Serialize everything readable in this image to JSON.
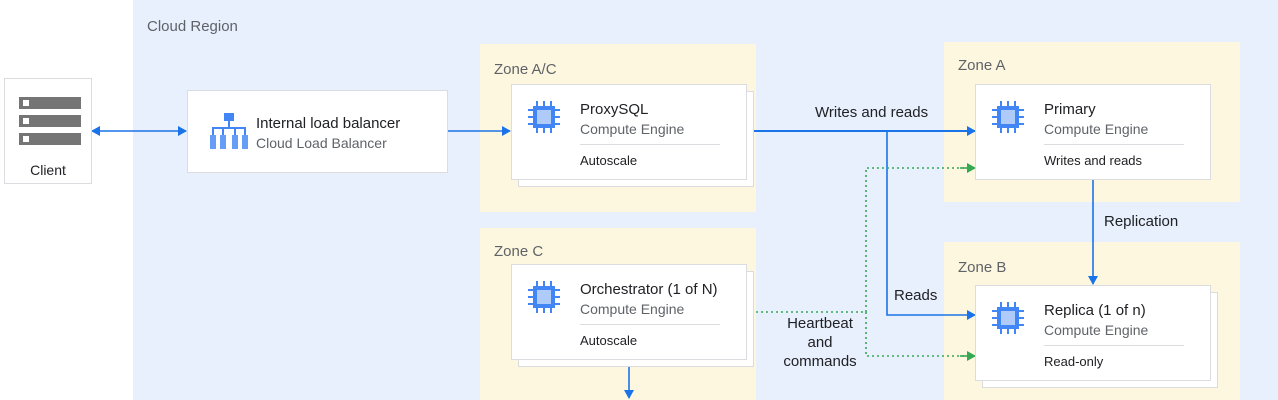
{
  "region": {
    "label": "Cloud Region"
  },
  "zones": {
    "zone_ac": "Zone A/C",
    "zone_c": "Zone C",
    "zone_a": "Zone A",
    "zone_b": "Zone B"
  },
  "client": {
    "label": "Client"
  },
  "load_balancer": {
    "title": "Internal load balancer",
    "subtitle": "Cloud Load Balancer"
  },
  "proxysql": {
    "title": "ProxySQL",
    "subtitle": "Compute Engine",
    "footer": "Autoscale"
  },
  "orchestrator": {
    "title": "Orchestrator (1 of N)",
    "subtitle": "Compute Engine",
    "footer": "Autoscale"
  },
  "primary": {
    "title": "Primary",
    "subtitle": "Compute Engine",
    "footer": "Writes and reads"
  },
  "replica": {
    "title": "Replica (1 of n)",
    "subtitle": "Compute Engine",
    "footer": "Read-only"
  },
  "edges": {
    "writes_reads": "Writes and reads",
    "replication": "Replication",
    "reads": "Reads",
    "heartbeat": [
      "Heartbeat",
      "and",
      "commands"
    ]
  },
  "colors": {
    "region_bg": "#e8f0fe",
    "zone_bg": "#fef7e0",
    "arrow_blue": "#1a73e8",
    "dotted_green": "#34a853",
    "icon_blue": "#4285f4"
  },
  "icons": {
    "client": "server-rack-icon",
    "load_balancer": "load-balancer-icon",
    "compute": "cpu-chip-icon"
  }
}
